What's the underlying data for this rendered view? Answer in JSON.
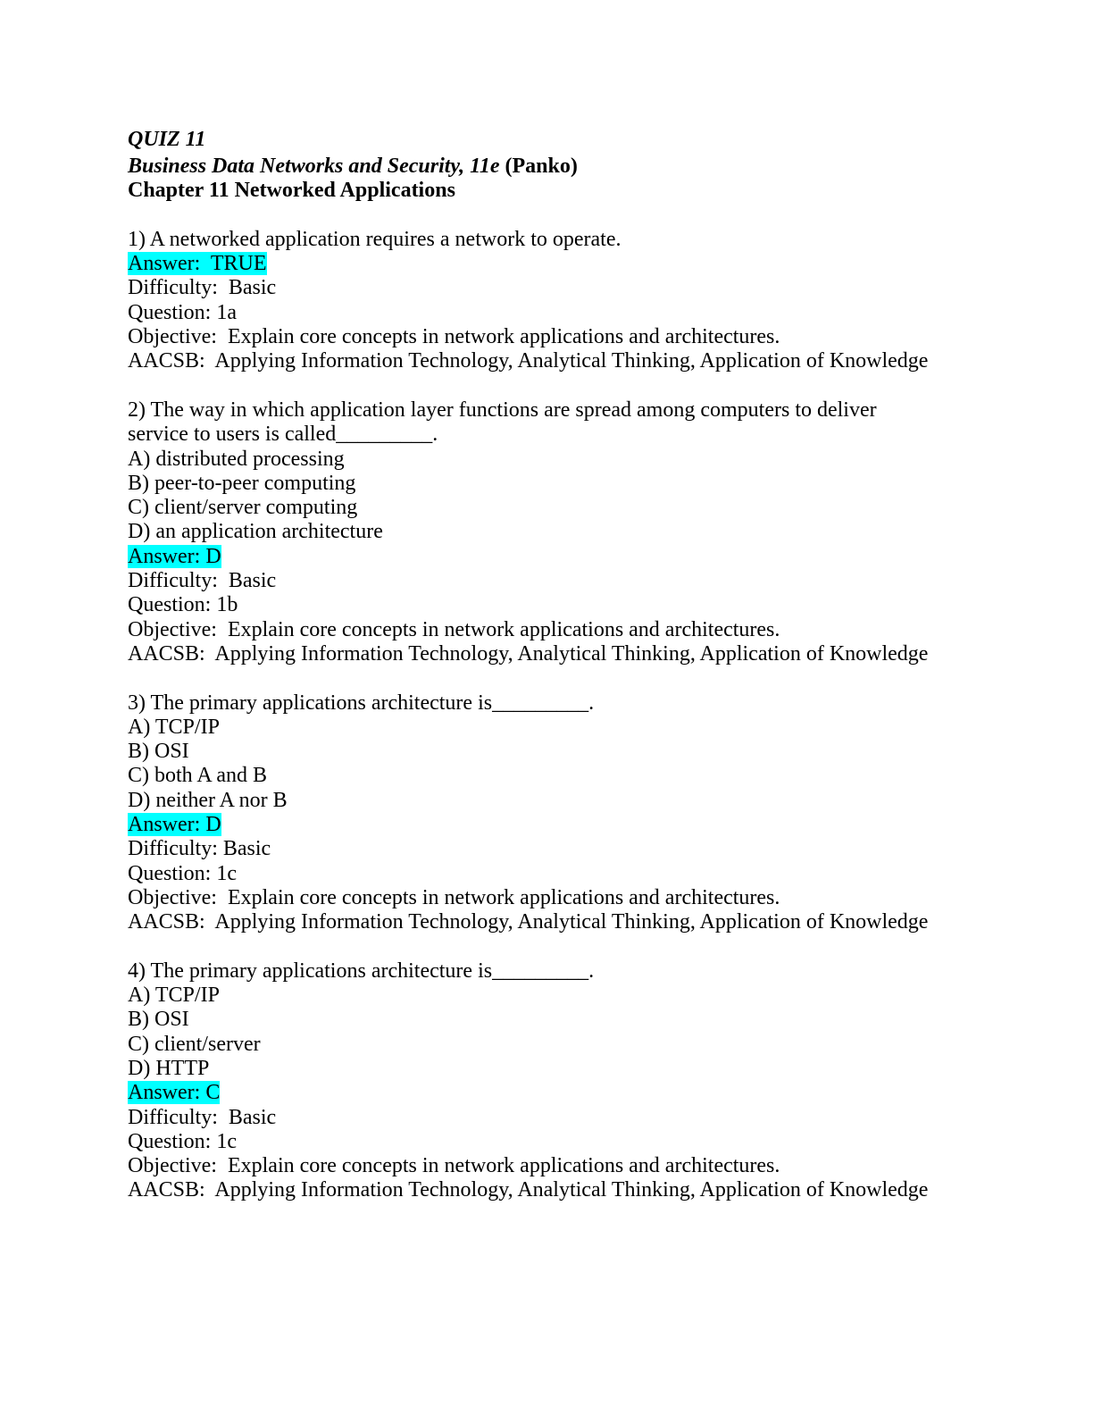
{
  "header": {
    "quiz": "QUIZ 11",
    "book_title": "Business Data Networks and Security, 11e",
    "author": " (Panko)",
    "chapter": "Chapter 11  Networked Applications"
  },
  "colors": {
    "answer_highlight": "#00ffff"
  },
  "questions": [
    {
      "stem": "1) A networked application requires a network to operate.",
      "options": [],
      "answer": "Answer:  TRUE",
      "difficulty": "Difficulty:  Basic",
      "question": "Question: 1a",
      "objective": "Objective:  Explain core concepts in network applications and architectures.",
      "aacsb": "AACSB:  Applying Information Technology, Analytical Thinking, Application of Knowledge"
    },
    {
      "stem": "2) The way in which application layer functions are spread among computers to deliver service to users is called_________.",
      "options": [
        "A) distributed processing",
        "B) peer-to-peer computing",
        "C) client/server computing",
        "D) an application architecture"
      ],
      "answer": "Answer: D",
      "difficulty": "Difficulty:  Basic",
      "question": "Question: 1b",
      "objective": "Objective:  Explain core concepts in network applications and architectures.",
      "aacsb": "AACSB:  Applying Information Technology, Analytical Thinking, Application of Knowledge"
    },
    {
      "stem": "3) The primary applications architecture is_________.",
      "options": [
        "A) TCP/IP",
        "B) OSI",
        "C) both A and B",
        "D) neither A nor B"
      ],
      "answer": "Answer: D",
      "difficulty": "Difficulty: Basic",
      "question": "Question: 1c",
      "objective": "Objective:  Explain core concepts in network applications and architectures.",
      "aacsb": "AACSB:  Applying Information Technology, Analytical Thinking, Application of Knowledge"
    },
    {
      "stem": "4) The primary applications architecture is_________.",
      "options": [
        "A) TCP/IP",
        "B) OSI",
        "C) client/server",
        "D) HTTP"
      ],
      "answer": "Answer: C",
      "difficulty": "Difficulty:  Basic",
      "question": "Question: 1c",
      "objective": "Objective:  Explain core concepts in network applications and architectures.",
      "aacsb": "AACSB:  Applying Information Technology, Analytical Thinking, Application of Knowledge"
    }
  ]
}
